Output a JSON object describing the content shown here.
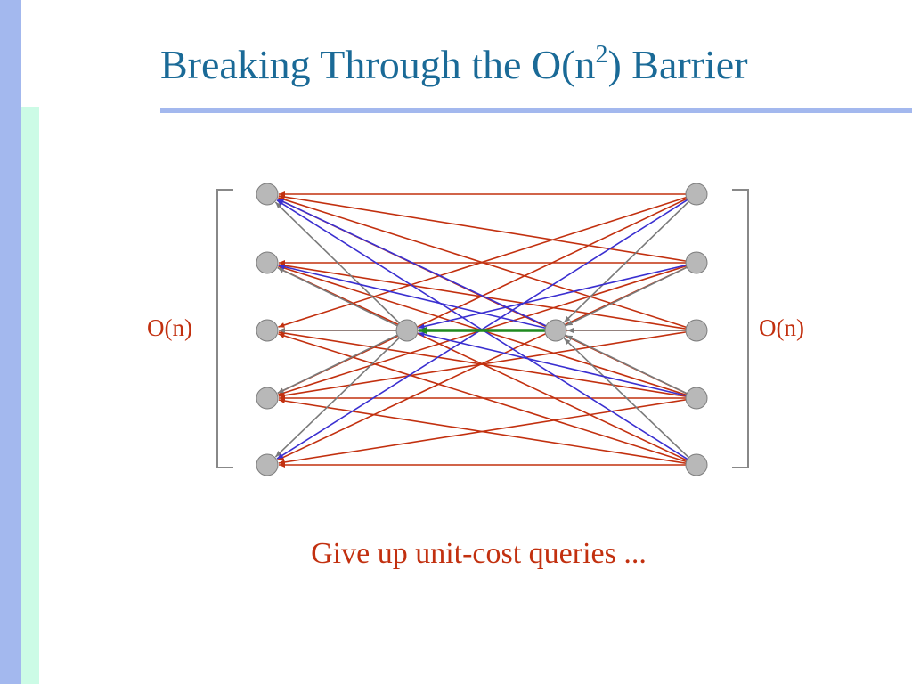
{
  "slide": {
    "title_main": "Breaking Through the O(n",
    "title_sup": "2",
    "title_end": ") Barrier",
    "left_label": "O(n)",
    "right_label": "O(n)",
    "caption": "Give up unit-cost queries ..."
  },
  "colors": {
    "title": "#1a6a97",
    "accent_bar": "#a3b8ee",
    "side_bar": "#ccfbe6",
    "red_edge": "#c2300f",
    "blue_edge": "#3a2fd0",
    "gray_edge": "#7a7a7a",
    "green_edge": "#1f8a1f",
    "node_fill": "#b8b8b8",
    "node_stroke": "#7d7d7d",
    "bracket": "#888888"
  },
  "graph": {
    "left_nodes": [
      "L1",
      "L2",
      "L3",
      "L4",
      "L5"
    ],
    "right_nodes": [
      "R1",
      "R2",
      "R3",
      "R4",
      "R5"
    ],
    "hub_nodes": [
      "H1",
      "H2"
    ],
    "edges": [
      {
        "from": "R1",
        "to": "L1",
        "color": "red"
      },
      {
        "from": "R1",
        "to": "L3",
        "color": "red"
      },
      {
        "from": "R1",
        "to": "L4",
        "color": "red"
      },
      {
        "from": "R1",
        "to": "L5",
        "color": "blue"
      },
      {
        "from": "R2",
        "to": "L1",
        "color": "red"
      },
      {
        "from": "R2",
        "to": "L2",
        "color": "red"
      },
      {
        "from": "R2",
        "to": "L4",
        "color": "red"
      },
      {
        "from": "R2",
        "to": "L5",
        "color": "red"
      },
      {
        "from": "R3",
        "to": "L1",
        "color": "red"
      },
      {
        "from": "R3",
        "to": "L2",
        "color": "red"
      },
      {
        "from": "R3",
        "to": "L3",
        "color": "red"
      },
      {
        "from": "R3",
        "to": "L4",
        "color": "red"
      },
      {
        "from": "R4",
        "to": "L1",
        "color": "red"
      },
      {
        "from": "R4",
        "to": "L2",
        "color": "red"
      },
      {
        "from": "R4",
        "to": "L3",
        "color": "red"
      },
      {
        "from": "R4",
        "to": "L4",
        "color": "red"
      },
      {
        "from": "R4",
        "to": "L5",
        "color": "red"
      },
      {
        "from": "R5",
        "to": "L1",
        "color": "blue"
      },
      {
        "from": "R5",
        "to": "L2",
        "color": "red"
      },
      {
        "from": "R5",
        "to": "L3",
        "color": "red"
      },
      {
        "from": "R5",
        "to": "L4",
        "color": "red"
      },
      {
        "from": "R5",
        "to": "L5",
        "color": "red"
      },
      {
        "from": "H2",
        "to": "L1",
        "color": "blue"
      },
      {
        "from": "H2",
        "to": "L2",
        "color": "blue"
      },
      {
        "from": "R2",
        "to": "H1",
        "color": "blue"
      },
      {
        "from": "R4",
        "to": "H1",
        "color": "blue"
      },
      {
        "from": "H1",
        "to": "L1",
        "color": "gray"
      },
      {
        "from": "H1",
        "to": "L2",
        "color": "gray"
      },
      {
        "from": "H1",
        "to": "L3",
        "color": "gray"
      },
      {
        "from": "H1",
        "to": "L4",
        "color": "gray"
      },
      {
        "from": "H1",
        "to": "L5",
        "color": "gray"
      },
      {
        "from": "R1",
        "to": "H2",
        "color": "gray"
      },
      {
        "from": "R2",
        "to": "H2",
        "color": "gray"
      },
      {
        "from": "R3",
        "to": "H2",
        "color": "gray"
      },
      {
        "from": "R4",
        "to": "H2",
        "color": "gray"
      },
      {
        "from": "R5",
        "to": "H2",
        "color": "gray"
      },
      {
        "from": "H2",
        "to": "H1",
        "color": "green"
      }
    ]
  }
}
